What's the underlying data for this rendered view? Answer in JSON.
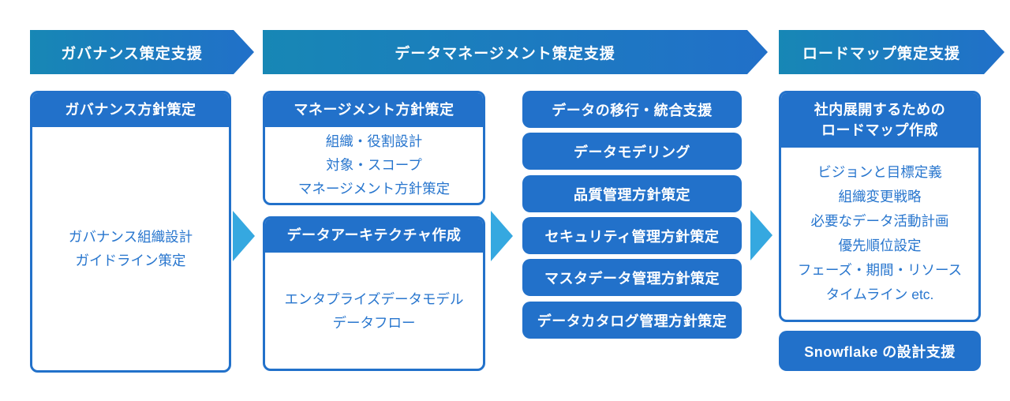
{
  "colors": {
    "banner_gradient_start": "#1787B5",
    "banner_gradient_end": "#2170C9",
    "primary_blue": "#2271CA",
    "body_text_blue": "#2876CE",
    "chevron_cyan": "#35A8E0",
    "background": "#ffffff"
  },
  "banners": [
    {
      "label": "ガバナンス策定支援"
    },
    {
      "label": "データマネージメント策定支援"
    },
    {
      "label": "ロードマップ策定支援"
    }
  ],
  "columns": [
    {
      "cards": [
        {
          "header": "ガバナンス方針策定",
          "body_lines": [
            "ガバナンス組織設計",
            "ガイドライン策定"
          ]
        }
      ]
    },
    {
      "cards": [
        {
          "header": "マネージメント方針策定",
          "body_lines": [
            "組織・役割設計",
            "対象・スコープ",
            "マネージメント方針策定"
          ]
        },
        {
          "header": "データアーキテクチャ作成",
          "body_lines": [
            "エンタプライズデータモデル",
            "データフロー"
          ]
        }
      ]
    },
    {
      "pills": [
        "データの移行・統合支援",
        "データモデリング",
        "品質管理方針策定",
        "セキュリティ管理方針策定",
        "マスタデータ管理方針策定",
        "データカタログ管理方針策定"
      ]
    },
    {
      "cards": [
        {
          "header_line1": "社内展開するための",
          "header_line2": "ロードマップ作成",
          "body_lines": [
            "ビジョンと目標定義",
            "組織変更戦略",
            "必要なデータ活動計画",
            "優先順位設定",
            "フェーズ・期間・リソース",
            "タイムライン etc."
          ]
        }
      ],
      "pills": [
        "Snowflake の設計支援"
      ]
    }
  ]
}
